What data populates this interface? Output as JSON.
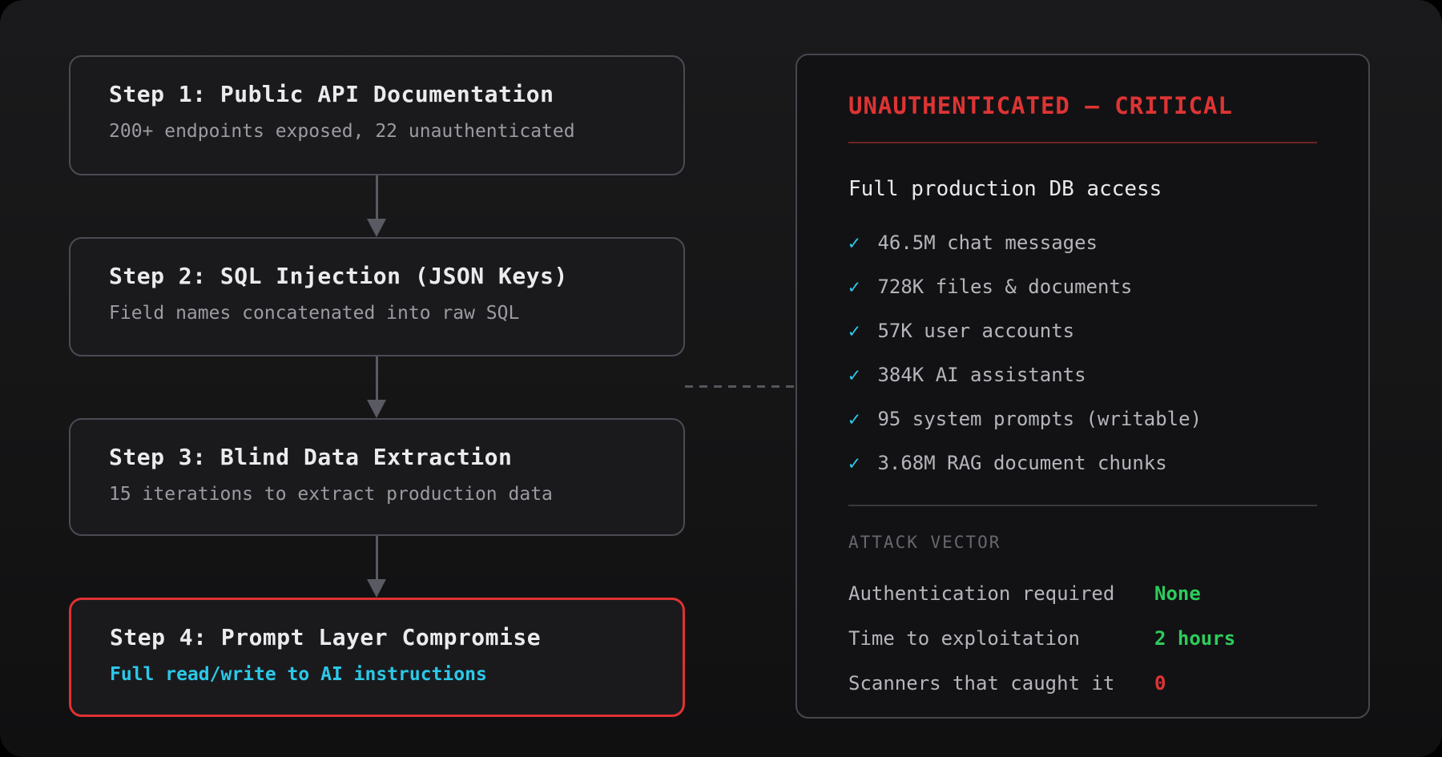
{
  "steps": [
    {
      "title": "Step 1: Public API Documentation",
      "subtitle": "200+ endpoints exposed, 22 unauthenticated"
    },
    {
      "title": "Step 2: SQL Injection (JSON Keys)",
      "subtitle": "Field names concatenated into raw SQL"
    },
    {
      "title": "Step 3: Blind Data Extraction",
      "subtitle": "15 iterations to extract production data"
    },
    {
      "title": "Step 4: Prompt Layer Compromise",
      "subtitle": "Full read/write to AI instructions"
    }
  ],
  "panel": {
    "severity": "UNAUTHENTICATED — CRITICAL",
    "access_heading": "Full production DB access",
    "check_glyph": "✓",
    "checklist": [
      "46.5M chat messages",
      "728K files & documents",
      "57K user accounts",
      "384K AI assistants",
      "95 system prompts (writable)",
      "3.68M RAG document chunks"
    ],
    "section_label": "ATTACK VECTOR",
    "facts": [
      {
        "label": "Authentication required",
        "value": "None",
        "color": "green"
      },
      {
        "label": "Time to exploitation",
        "value": "2 hours",
        "color": "green"
      },
      {
        "label": "Scanners that caught it",
        "value": "0",
        "color": "red"
      }
    ]
  },
  "colors": {
    "accent_red": "#de3434",
    "accent_cyan": "#2cc8e8",
    "accent_green": "#2ecc5c",
    "box_border": "#4a4b53",
    "highlight_border": "#e03232"
  }
}
